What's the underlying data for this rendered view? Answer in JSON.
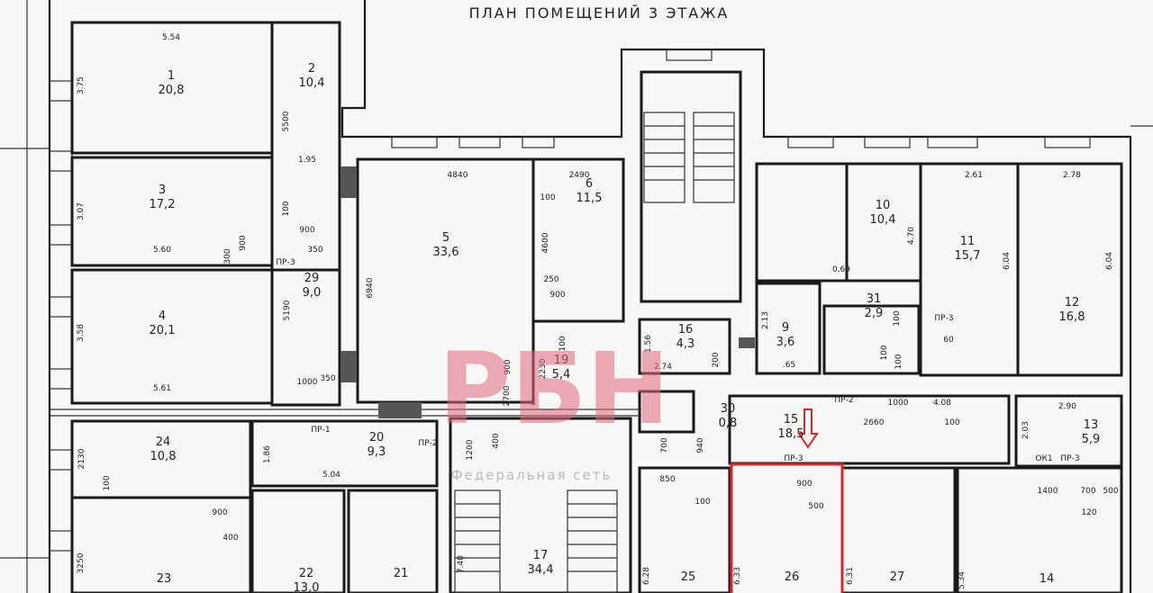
{
  "title": "ПЛАН ПОМЕЩЕНИЙ 3 ЭТАЖА",
  "watermark": {
    "logo": "РБН",
    "text": "Федеральная сеть"
  },
  "highlight_color": "#d8282e",
  "rooms": [
    {
      "id": "r1",
      "number": "1",
      "area": "20,8"
    },
    {
      "id": "r2",
      "number": "2",
      "area": "10,4"
    },
    {
      "id": "r3",
      "number": "3",
      "area": "17,2"
    },
    {
      "id": "r4",
      "number": "4",
      "area": "20,1"
    },
    {
      "id": "r5",
      "number": "5",
      "area": "33,6"
    },
    {
      "id": "r6",
      "number": "6",
      "area": "11,5"
    },
    {
      "id": "r9",
      "number": "9",
      "area": "3,6"
    },
    {
      "id": "r10",
      "number": "10",
      "area": "10,4"
    },
    {
      "id": "r11",
      "number": "11",
      "area": "15,7"
    },
    {
      "id": "r12",
      "number": "12",
      "area": "16,8"
    },
    {
      "id": "r13",
      "number": "13",
      "area": "5,9"
    },
    {
      "id": "r14",
      "number": "14",
      "area": ""
    },
    {
      "id": "r15",
      "number": "15",
      "area": "18,5"
    },
    {
      "id": "r16",
      "number": "16",
      "area": "4,3"
    },
    {
      "id": "r17",
      "number": "17",
      "area": "34,4"
    },
    {
      "id": "r19",
      "number": "19",
      "area": "5,4"
    },
    {
      "id": "r20",
      "number": "20",
      "area": "9,3"
    },
    {
      "id": "r21",
      "number": "21",
      "area": ""
    },
    {
      "id": "r22",
      "number": "22",
      "area": "13,0"
    },
    {
      "id": "r23",
      "number": "23",
      "area": ""
    },
    {
      "id": "r24",
      "number": "24",
      "area": "10,8"
    },
    {
      "id": "r25",
      "number": "25",
      "area": ""
    },
    {
      "id": "r26",
      "number": "26",
      "area": ""
    },
    {
      "id": "r27",
      "number": "27",
      "area": ""
    },
    {
      "id": "r29",
      "number": "29",
      "area": "9,0"
    },
    {
      "id": "r30",
      "number": "30",
      "area": "0,8"
    },
    {
      "id": "r31",
      "number": "31",
      "area": "2,9"
    }
  ],
  "dimensions": [
    "5.54",
    "3.75",
    "5500",
    "1.95",
    "3.07",
    "5.60",
    "3.58",
    "5.61",
    "100",
    "900",
    "350",
    "900",
    "300",
    "5190",
    "1000",
    "350",
    "6940",
    "4840",
    "2490",
    "100",
    "4600",
    "250",
    "900",
    "100",
    "2230",
    "900",
    "2700",
    "1.56",
    "2.74",
    "200",
    "2.13",
    ".65",
    "0.69",
    "4.70",
    "2.61",
    "2.78",
    "6.04",
    "6.04",
    "100",
    "60",
    "100",
    "100",
    "2660",
    "1000",
    "4.08",
    "100",
    "2.90",
    "2.03",
    "1400",
    "700",
    "500",
    "120",
    "2130",
    "100",
    "900",
    "400",
    "1.86",
    "5.04",
    "1200",
    "400",
    "700",
    "940",
    "850",
    "100",
    "900",
    "500",
    "3250",
    "7.40",
    "6.28",
    "6.33",
    "6.31",
    "5.34"
  ],
  "openings": [
    "ПР-1",
    "ПР-2",
    "ПР-3",
    "ПР-2",
    "ПР-3",
    "ПР-3",
    "ПР-3",
    "ОК1"
  ]
}
